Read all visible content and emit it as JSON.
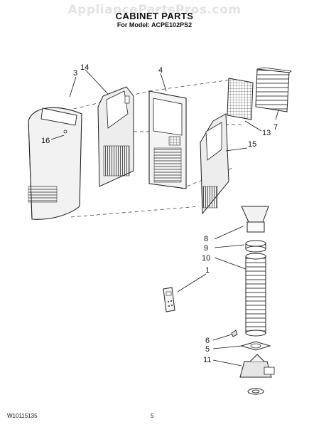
{
  "watermark": "AppliancePartsPros.com",
  "title": "CABINET PARTS",
  "subtitle": "For Model: ACPE102PS2",
  "footer": {
    "doc_number": "W10115135",
    "page_number": "5"
  },
  "callouts": [
    "14",
    "3",
    "4",
    "16",
    "7",
    "13",
    "15",
    "8",
    "9",
    "10",
    "1",
    "6",
    "5",
    "11"
  ]
}
